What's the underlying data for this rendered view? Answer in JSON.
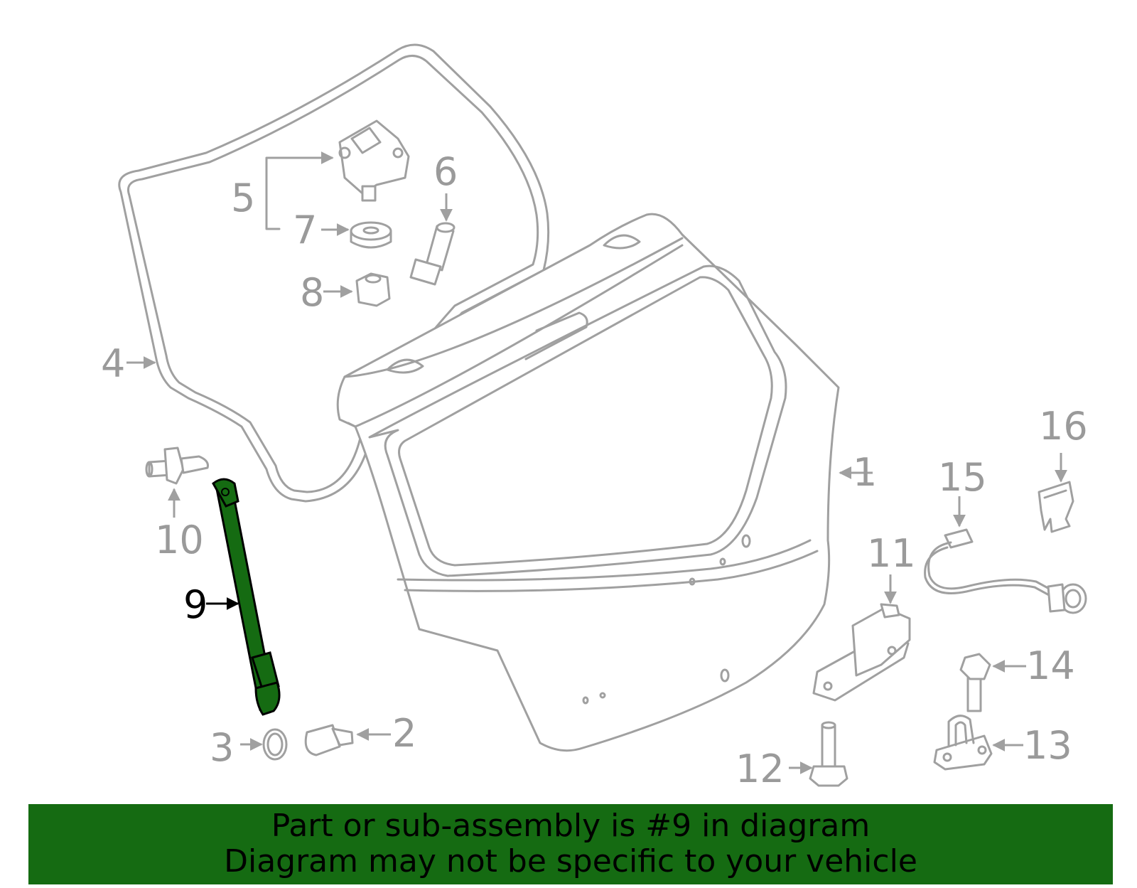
{
  "callouts": {
    "c1": "1",
    "c2": "2",
    "c3": "3",
    "c4": "4",
    "c5": "5",
    "c6": "6",
    "c7": "7",
    "c8": "8",
    "c9": "9",
    "c10": "10",
    "c11": "11",
    "c12": "12",
    "c13": "13",
    "c14": "14",
    "c15": "15",
    "c16": "16"
  },
  "highlight_part": "9",
  "colors": {
    "highlight": "#156b12",
    "line": "#a0a0a0",
    "banner_bg": "#156b12"
  },
  "banner": {
    "line1": "Part or sub-assembly is #9 in diagram",
    "line2": "Diagram may not be specific to your vehicle"
  }
}
